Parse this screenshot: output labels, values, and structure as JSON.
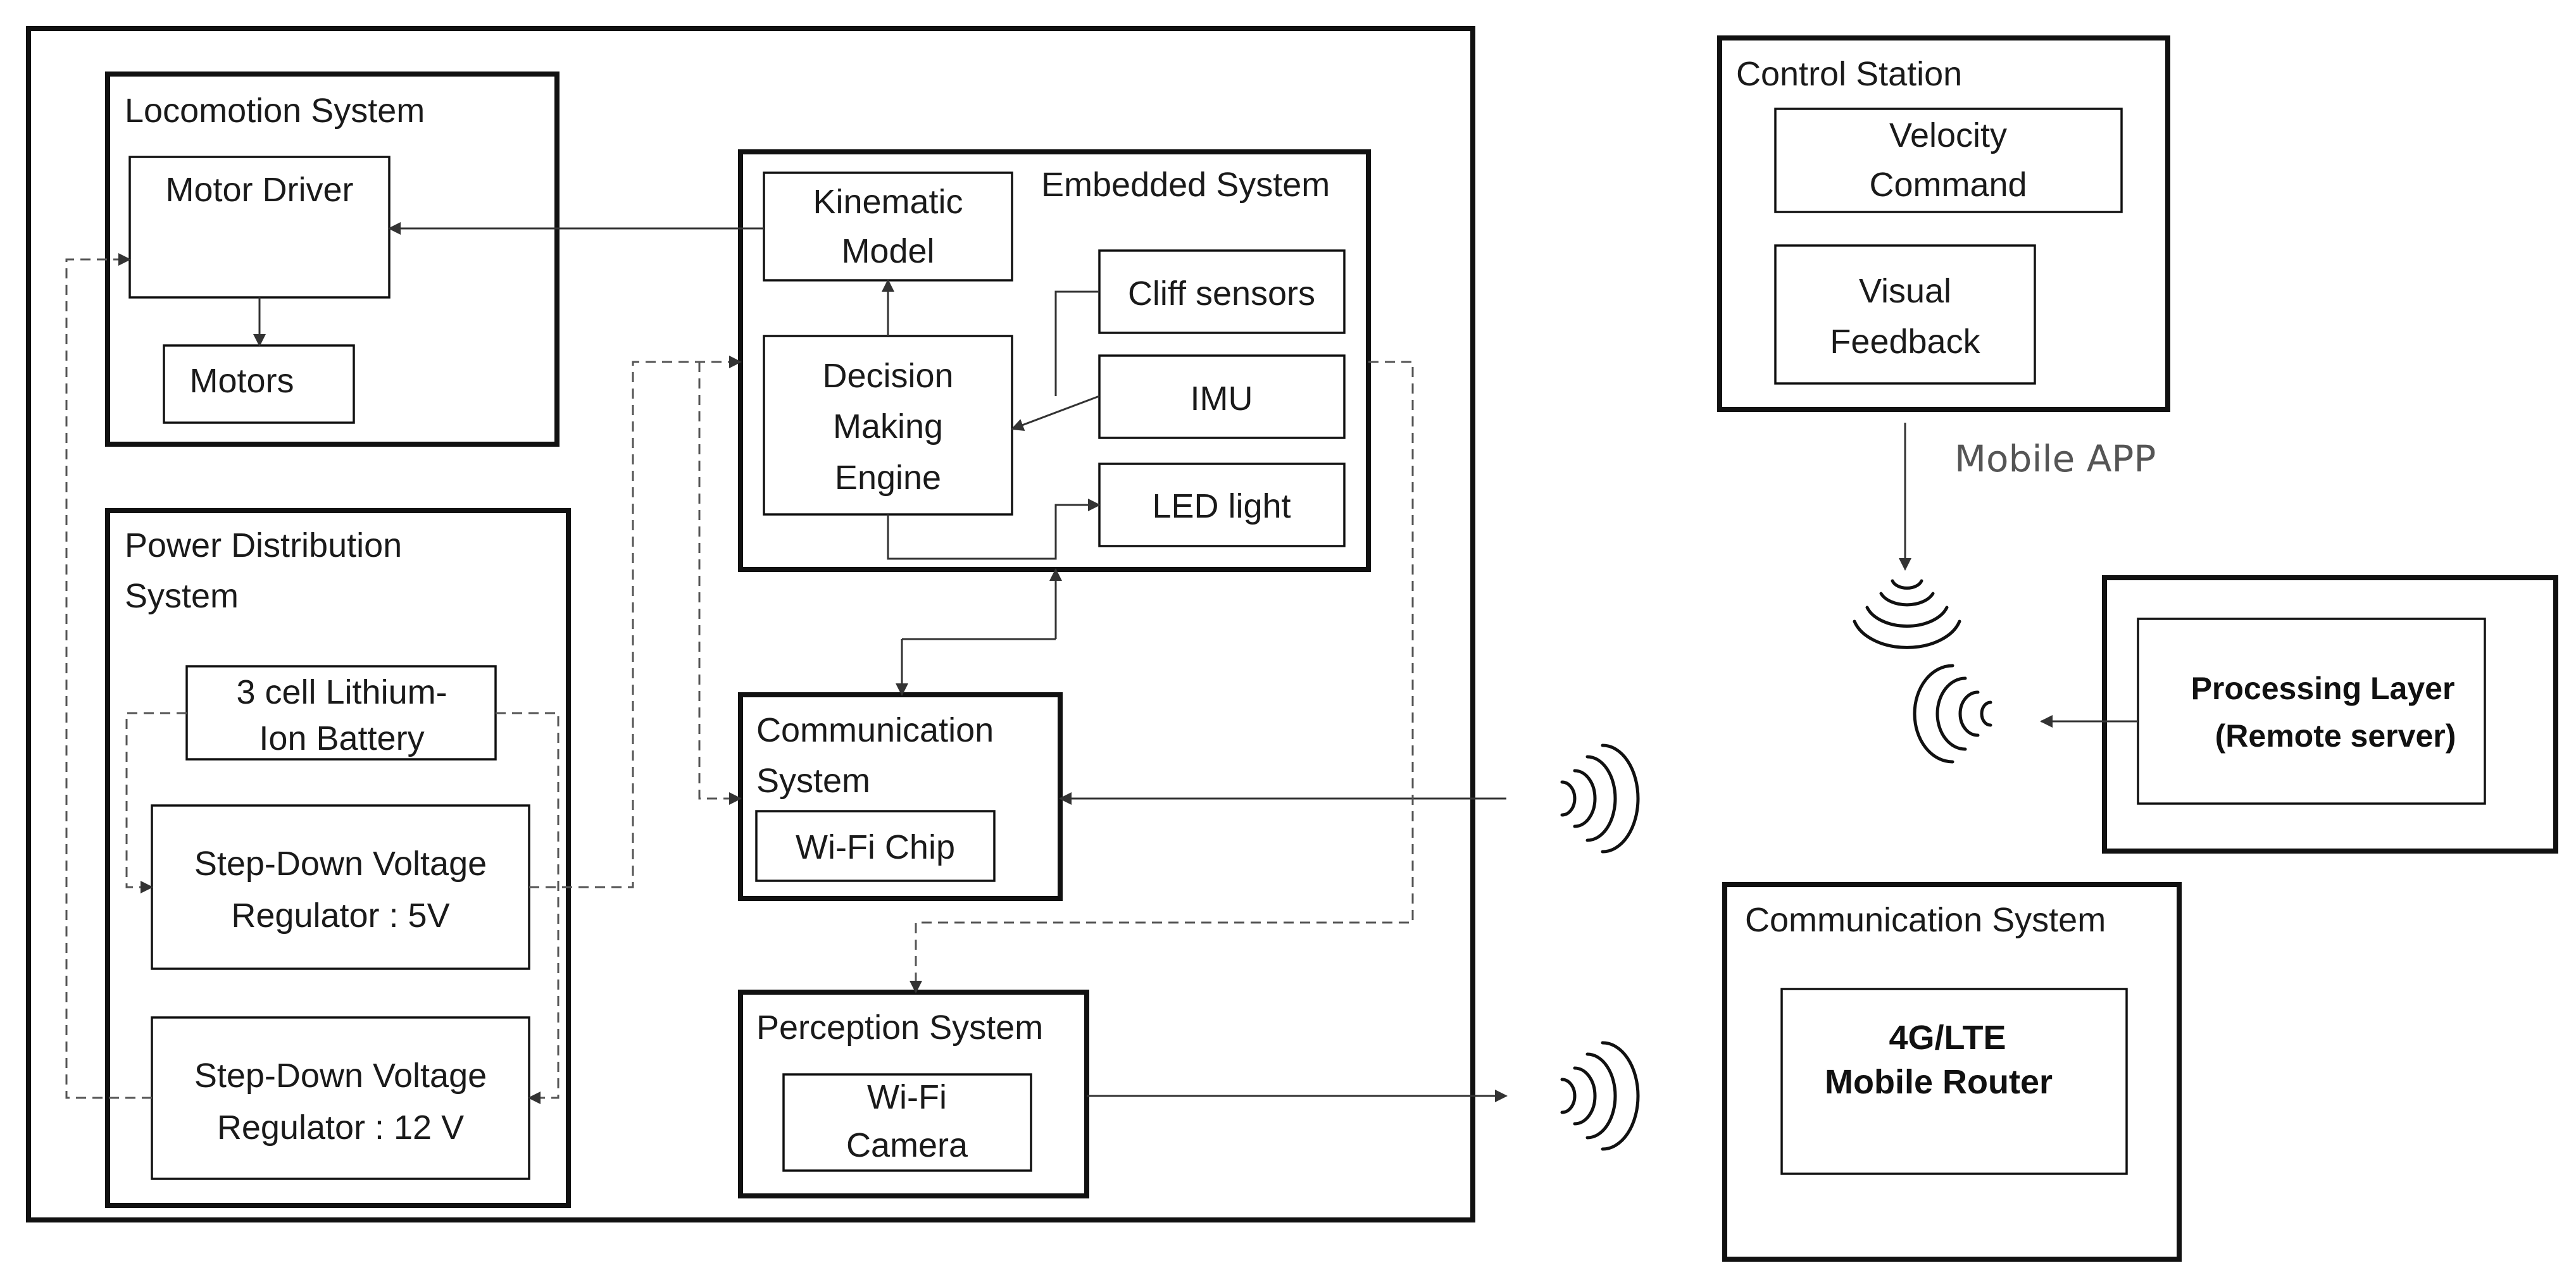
{
  "robot": {
    "locomotion": {
      "title": "Locomotion System",
      "motor_driver": "Motor Driver",
      "motors": "Motors"
    },
    "power": {
      "title_line1": "Power Distribution",
      "title_line2": "System",
      "battery_line1": "3 cell Lithium-",
      "battery_line2": "Ion Battery",
      "reg5_line1": "Step-Down Voltage",
      "reg5_line2": "Regulator : 5V",
      "reg12_line1": "Step-Down Voltage",
      "reg12_line2": "Regulator : 12 V"
    },
    "embedded": {
      "title": "Embedded System",
      "kinematic_line1": "Kinematic",
      "kinematic_line2": "Model",
      "decision_line1": "Decision",
      "decision_line2": "Making",
      "decision_line3": "Engine",
      "cliff": "Cliff sensors",
      "imu": "IMU",
      "led": "LED light"
    },
    "communication": {
      "title_line1": "Communication",
      "title_line2": "System",
      "wifi_chip": "Wi-Fi Chip"
    },
    "perception": {
      "title": "Perception System",
      "camera_line1": "Wi-Fi",
      "camera_line2": "Camera"
    }
  },
  "control_station": {
    "title": "Control Station",
    "velocity_line1": "Velocity",
    "velocity_line2": "Command",
    "visual_line1": "Visual",
    "visual_line2": "Feedback"
  },
  "mobile_app": "Mobile APP",
  "processing": {
    "line1": "Processing Layer",
    "line2": "(Remote server)"
  },
  "remote_comm": {
    "title": "Communication System",
    "router_line1": "4G/LTE",
    "router_line2": "Mobile Router"
  },
  "icons": [
    "wifi-signal-icon",
    "arrowhead-icon"
  ]
}
